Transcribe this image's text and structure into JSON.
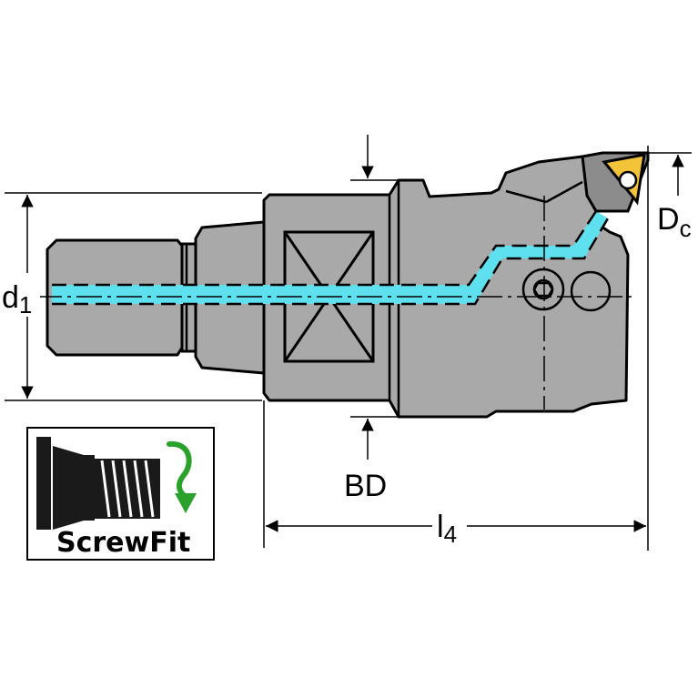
{
  "labels": {
    "d1": {
      "main": "d",
      "sub": "1"
    },
    "dc": {
      "main": "D",
      "sub": "c"
    },
    "bd": "BD",
    "l4": {
      "main": "l",
      "sub": "4"
    }
  },
  "logo": {
    "text": "ScrewFit"
  },
  "colors": {
    "body": "#a9a9a9",
    "body_dark": "#8c8c8c",
    "coolant": "#5fe0ef",
    "insert": "#f3c33a",
    "arrow_green": "#2aa12a",
    "outline": "#000000"
  }
}
